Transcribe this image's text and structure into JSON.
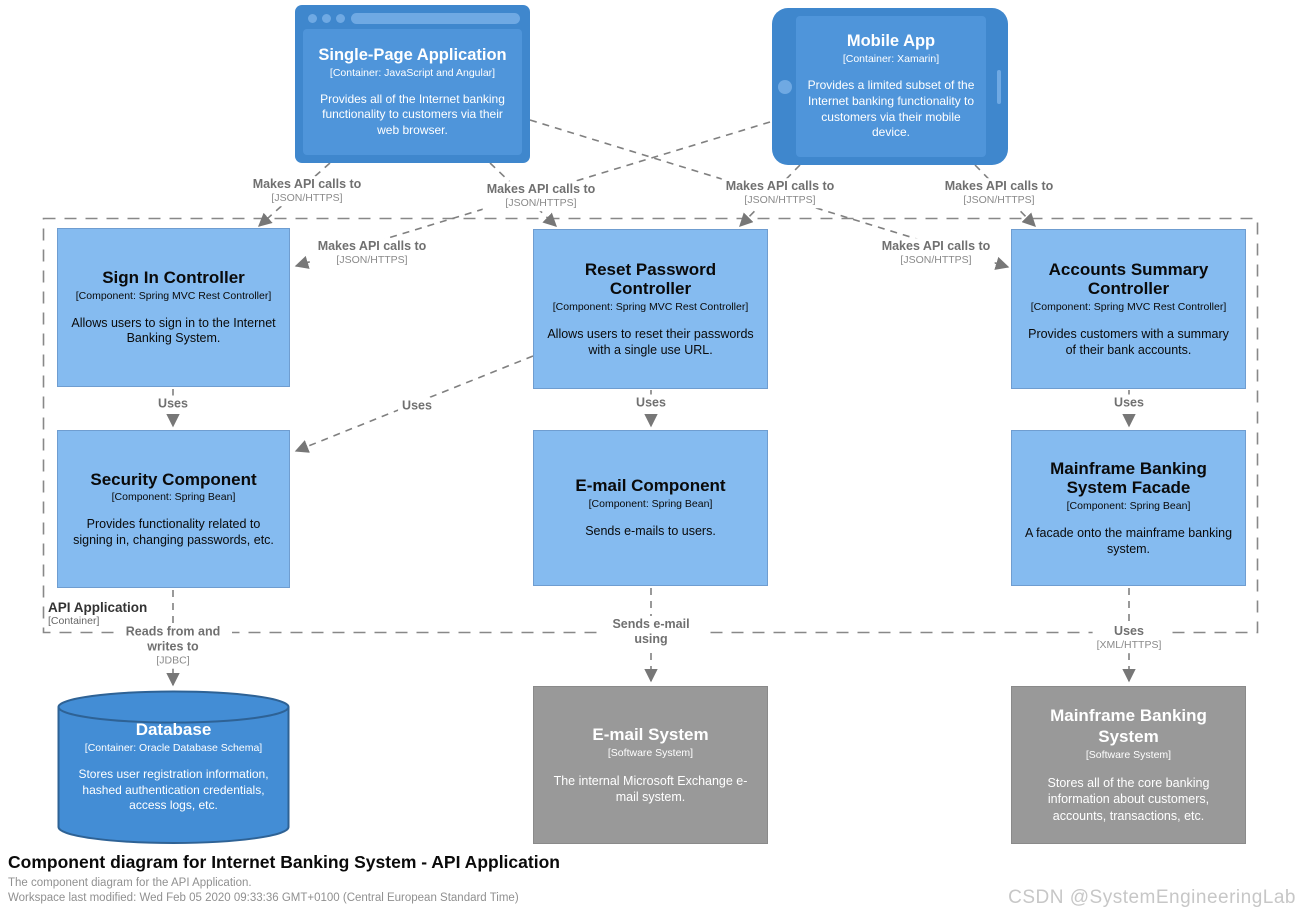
{
  "diagram": {
    "title": "Component diagram for Internet Banking System - API Application",
    "description": "The component diagram for the API Application.",
    "workspace_modified": "Workspace last modified: Wed Feb 05 2020 09:33:36 GMT+0100 (Central European Standard Time)",
    "watermark": "CSDN @SystemEngineeringLab"
  },
  "boundary": {
    "name": "API Application",
    "type": "[Container]"
  },
  "colors": {
    "container_blue": "#438dd5",
    "device_frame_blue": "#3f87cd",
    "component_blue": "#85bbf0",
    "external_grey": "#999999",
    "relationship_grey": "#707070"
  },
  "nodes": {
    "spa": {
      "title": "Single-Page Application",
      "meta": "[Container: JavaScript and Angular]",
      "desc": "Provides all of the Internet banking functionality to customers via their web browser."
    },
    "mobile": {
      "title": "Mobile App",
      "meta": "[Container: Xamarin]",
      "desc": "Provides a limited subset of the Internet banking functionality to customers via their mobile device."
    },
    "signin": {
      "title": "Sign In Controller",
      "meta": "[Component: Spring MVC Rest Controller]",
      "desc": "Allows users to sign in to the Internet Banking System."
    },
    "reset": {
      "title": "Reset Password Controller",
      "meta": "[Component: Spring MVC Rest Controller]",
      "desc": "Allows users to reset their passwords with a single use URL."
    },
    "accounts": {
      "title": "Accounts Summary Controller",
      "meta": "[Component: Spring MVC Rest Controller]",
      "desc": "Provides customers with a summary of their bank accounts."
    },
    "security": {
      "title": "Security Component",
      "meta": "[Component: Spring Bean]",
      "desc": "Provides functionality related to signing in, changing passwords, etc."
    },
    "email_component": {
      "title": "E-mail Component",
      "meta": "[Component: Spring Bean]",
      "desc": "Sends e-mails to users."
    },
    "facade": {
      "title": "Mainframe Banking System Facade",
      "meta": "[Component: Spring Bean]",
      "desc": "A facade onto the mainframe banking system."
    },
    "database": {
      "title": "Database",
      "meta": "[Container: Oracle Database Schema]",
      "desc": "Stores user registration information, hashed authentication credentials, access logs, etc."
    },
    "email_system": {
      "title": "E-mail System",
      "meta": "[Software System]",
      "desc": "The internal Microsoft Exchange e-mail system."
    },
    "mainframe": {
      "title": "Mainframe Banking System",
      "meta": "[Software System]",
      "desc": "Stores all of the core banking information about customers, accounts, transactions, etc."
    }
  },
  "relationships": [
    {
      "from": "spa",
      "to": "signin",
      "label": "Makes API calls to",
      "protocol": "[JSON/HTTPS]"
    },
    {
      "from": "spa",
      "to": "reset",
      "label": "Makes API calls to",
      "protocol": "[JSON/HTTPS]"
    },
    {
      "from": "mobile",
      "to": "reset",
      "label": "Makes API calls to",
      "protocol": "[JSON/HTTPS]"
    },
    {
      "from": "mobile",
      "to": "accounts",
      "label": "Makes API calls to",
      "protocol": "[JSON/HTTPS]"
    },
    {
      "from": "mobile",
      "to": "signin",
      "label": "Makes API calls to",
      "protocol": "[JSON/HTTPS]"
    },
    {
      "from": "spa",
      "to": "accounts",
      "label": "Makes API calls to",
      "protocol": "[JSON/HTTPS]"
    },
    {
      "from": "signin",
      "to": "security",
      "label": "Uses",
      "protocol": ""
    },
    {
      "from": "reset",
      "to": "security",
      "label": "Uses",
      "protocol": ""
    },
    {
      "from": "reset",
      "to": "email_component",
      "label": "Uses",
      "protocol": ""
    },
    {
      "from": "accounts",
      "to": "facade",
      "label": "Uses",
      "protocol": ""
    },
    {
      "from": "security",
      "to": "database",
      "label": "Reads from and writes to",
      "protocol": "[JDBC]"
    },
    {
      "from": "email_component",
      "to": "email_system",
      "label": "Sends e-mail using",
      "protocol": ""
    },
    {
      "from": "facade",
      "to": "mainframe",
      "label": "Uses",
      "protocol": "[XML/HTTPS]"
    }
  ]
}
